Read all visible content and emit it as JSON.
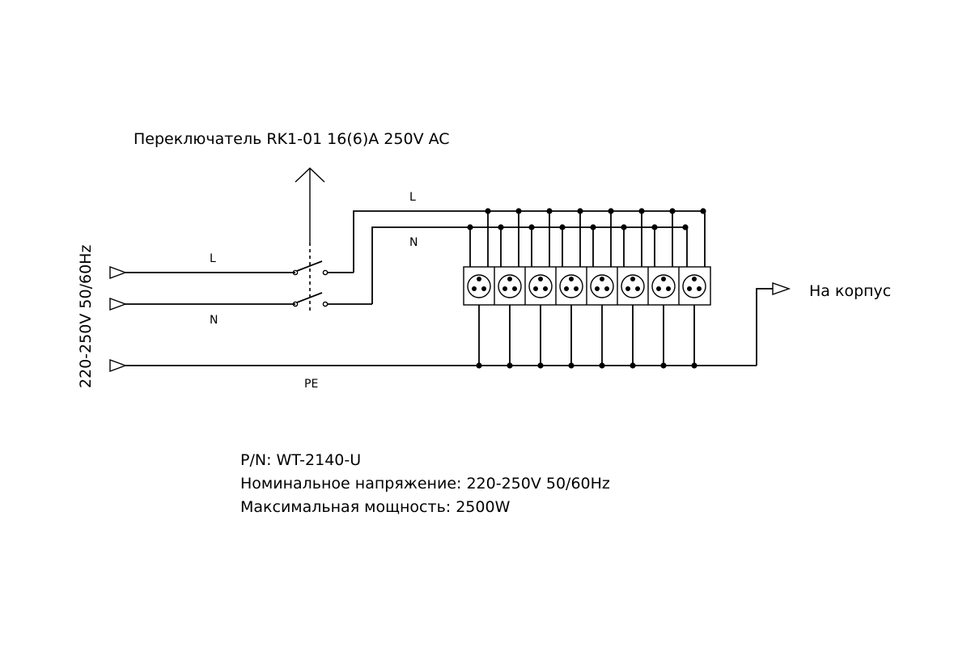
{
  "switch_label": "Переключатель RK1-01 16(6)A 250V AC",
  "input_label": "220-250V 50/60Hz",
  "ground_label": "На корпус",
  "wires": {
    "line": "L",
    "neutral": "N",
    "protective_earth": "PE"
  },
  "socket_count": 8,
  "specs": {
    "part_number": "P/N: WT-2140-U",
    "nominal_voltage": "Номинальное напряжение: 220-250V 50/60Hz",
    "max_power": "Максимальная мощность: 2500W"
  }
}
